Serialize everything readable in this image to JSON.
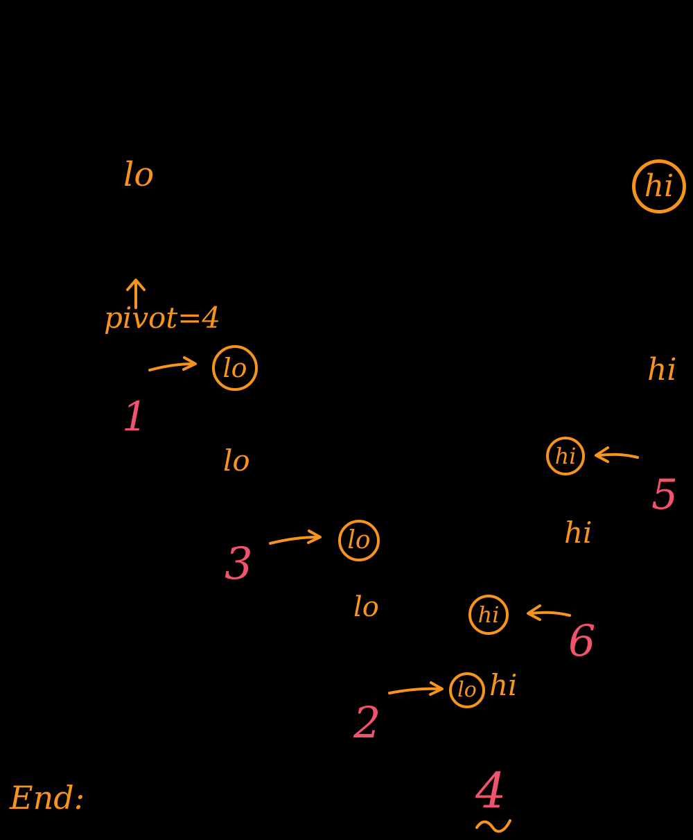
{
  "colors": {
    "background": "#000000",
    "orange": "#F7941E",
    "pink": "#F0536B"
  },
  "annotations": {
    "lo_top": "lo",
    "hi_top": "hi",
    "pivot": "pivot=4",
    "lo_circle_1": "lo",
    "hi_right": "hi",
    "step_1": "1",
    "lo_mid": "lo",
    "hi_circle_1": "hi",
    "step_5": "5",
    "lo_circle_2": "lo",
    "step_3": "3",
    "hi_mid": "hi",
    "lo_low": "lo",
    "hi_circle_2": "hi",
    "step_6": "6",
    "lo_circle_3": "lo",
    "hi_bottom": "hi",
    "step_2": "2",
    "end": "End:",
    "result": "4"
  }
}
